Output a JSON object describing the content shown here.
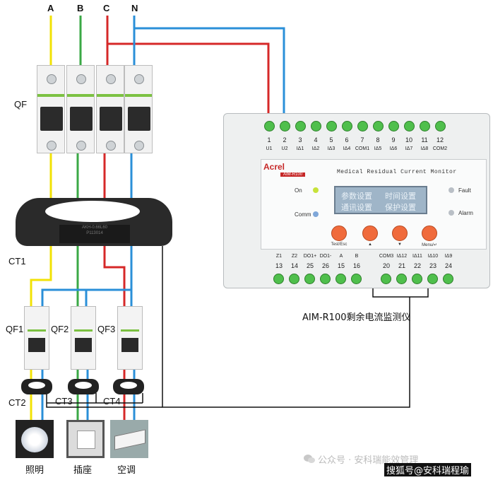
{
  "phases": [
    "A",
    "B",
    "C",
    "N"
  ],
  "labels": {
    "qf": "QF",
    "ct1": "CT1",
    "qf1": "QF1",
    "qf2": "QF2",
    "qf3": "QF3",
    "ct2": "CT2",
    "ct3": "CT3",
    "ct4": "CT4"
  },
  "loads": [
    "照明",
    "插座",
    "空调"
  ],
  "ct1_plate": [
    "AKH-0.66L60",
    "P113014"
  ],
  "device": {
    "brand": "Acrel",
    "model": "AIM-R100",
    "title": "Medical Residual Current Monitor",
    "caption": "AIM-R100剩余电流监测仪",
    "leds": [
      "On",
      "Comm",
      "Fault",
      "Alarm"
    ],
    "lcd": [
      "参数设置",
      "时间设置",
      "通讯设置",
      "保护设置"
    ],
    "buttons": [
      "Test/Esc",
      "▲",
      "▼",
      "Menu/↵"
    ],
    "top_numbers": [
      "1",
      "2",
      "3",
      "4",
      "5",
      "6",
      "7",
      "8",
      "9",
      "10",
      "11",
      "12"
    ],
    "top_names": [
      "U1",
      "U2",
      "IΔ1",
      "IΔ2",
      "IΔ3",
      "IΔ4",
      "COM1",
      "IΔ5",
      "IΔ6",
      "IΔ7",
      "IΔ8",
      "COM2"
    ],
    "bottom_names": [
      "Z1",
      "Z2",
      "DO1+",
      "DO1-",
      "A",
      "B",
      "COM3",
      "IΔ12",
      "IΔ11",
      "IΔ10",
      "IΔ9"
    ],
    "bottom_numbers": [
      "13",
      "14",
      "25",
      "26",
      "15",
      "16",
      "20",
      "21",
      "22",
      "23",
      "24"
    ]
  },
  "watermark": "公众号 · 安科瑞能效管理",
  "watermark2": "搜狐号@安科瑞程瑜",
  "colors": {
    "phase_a": "#f2e205",
    "phase_b": "#3aa845",
    "phase_c": "#d62828",
    "neutral": "#2a8fd8",
    "signal": "#111111"
  }
}
